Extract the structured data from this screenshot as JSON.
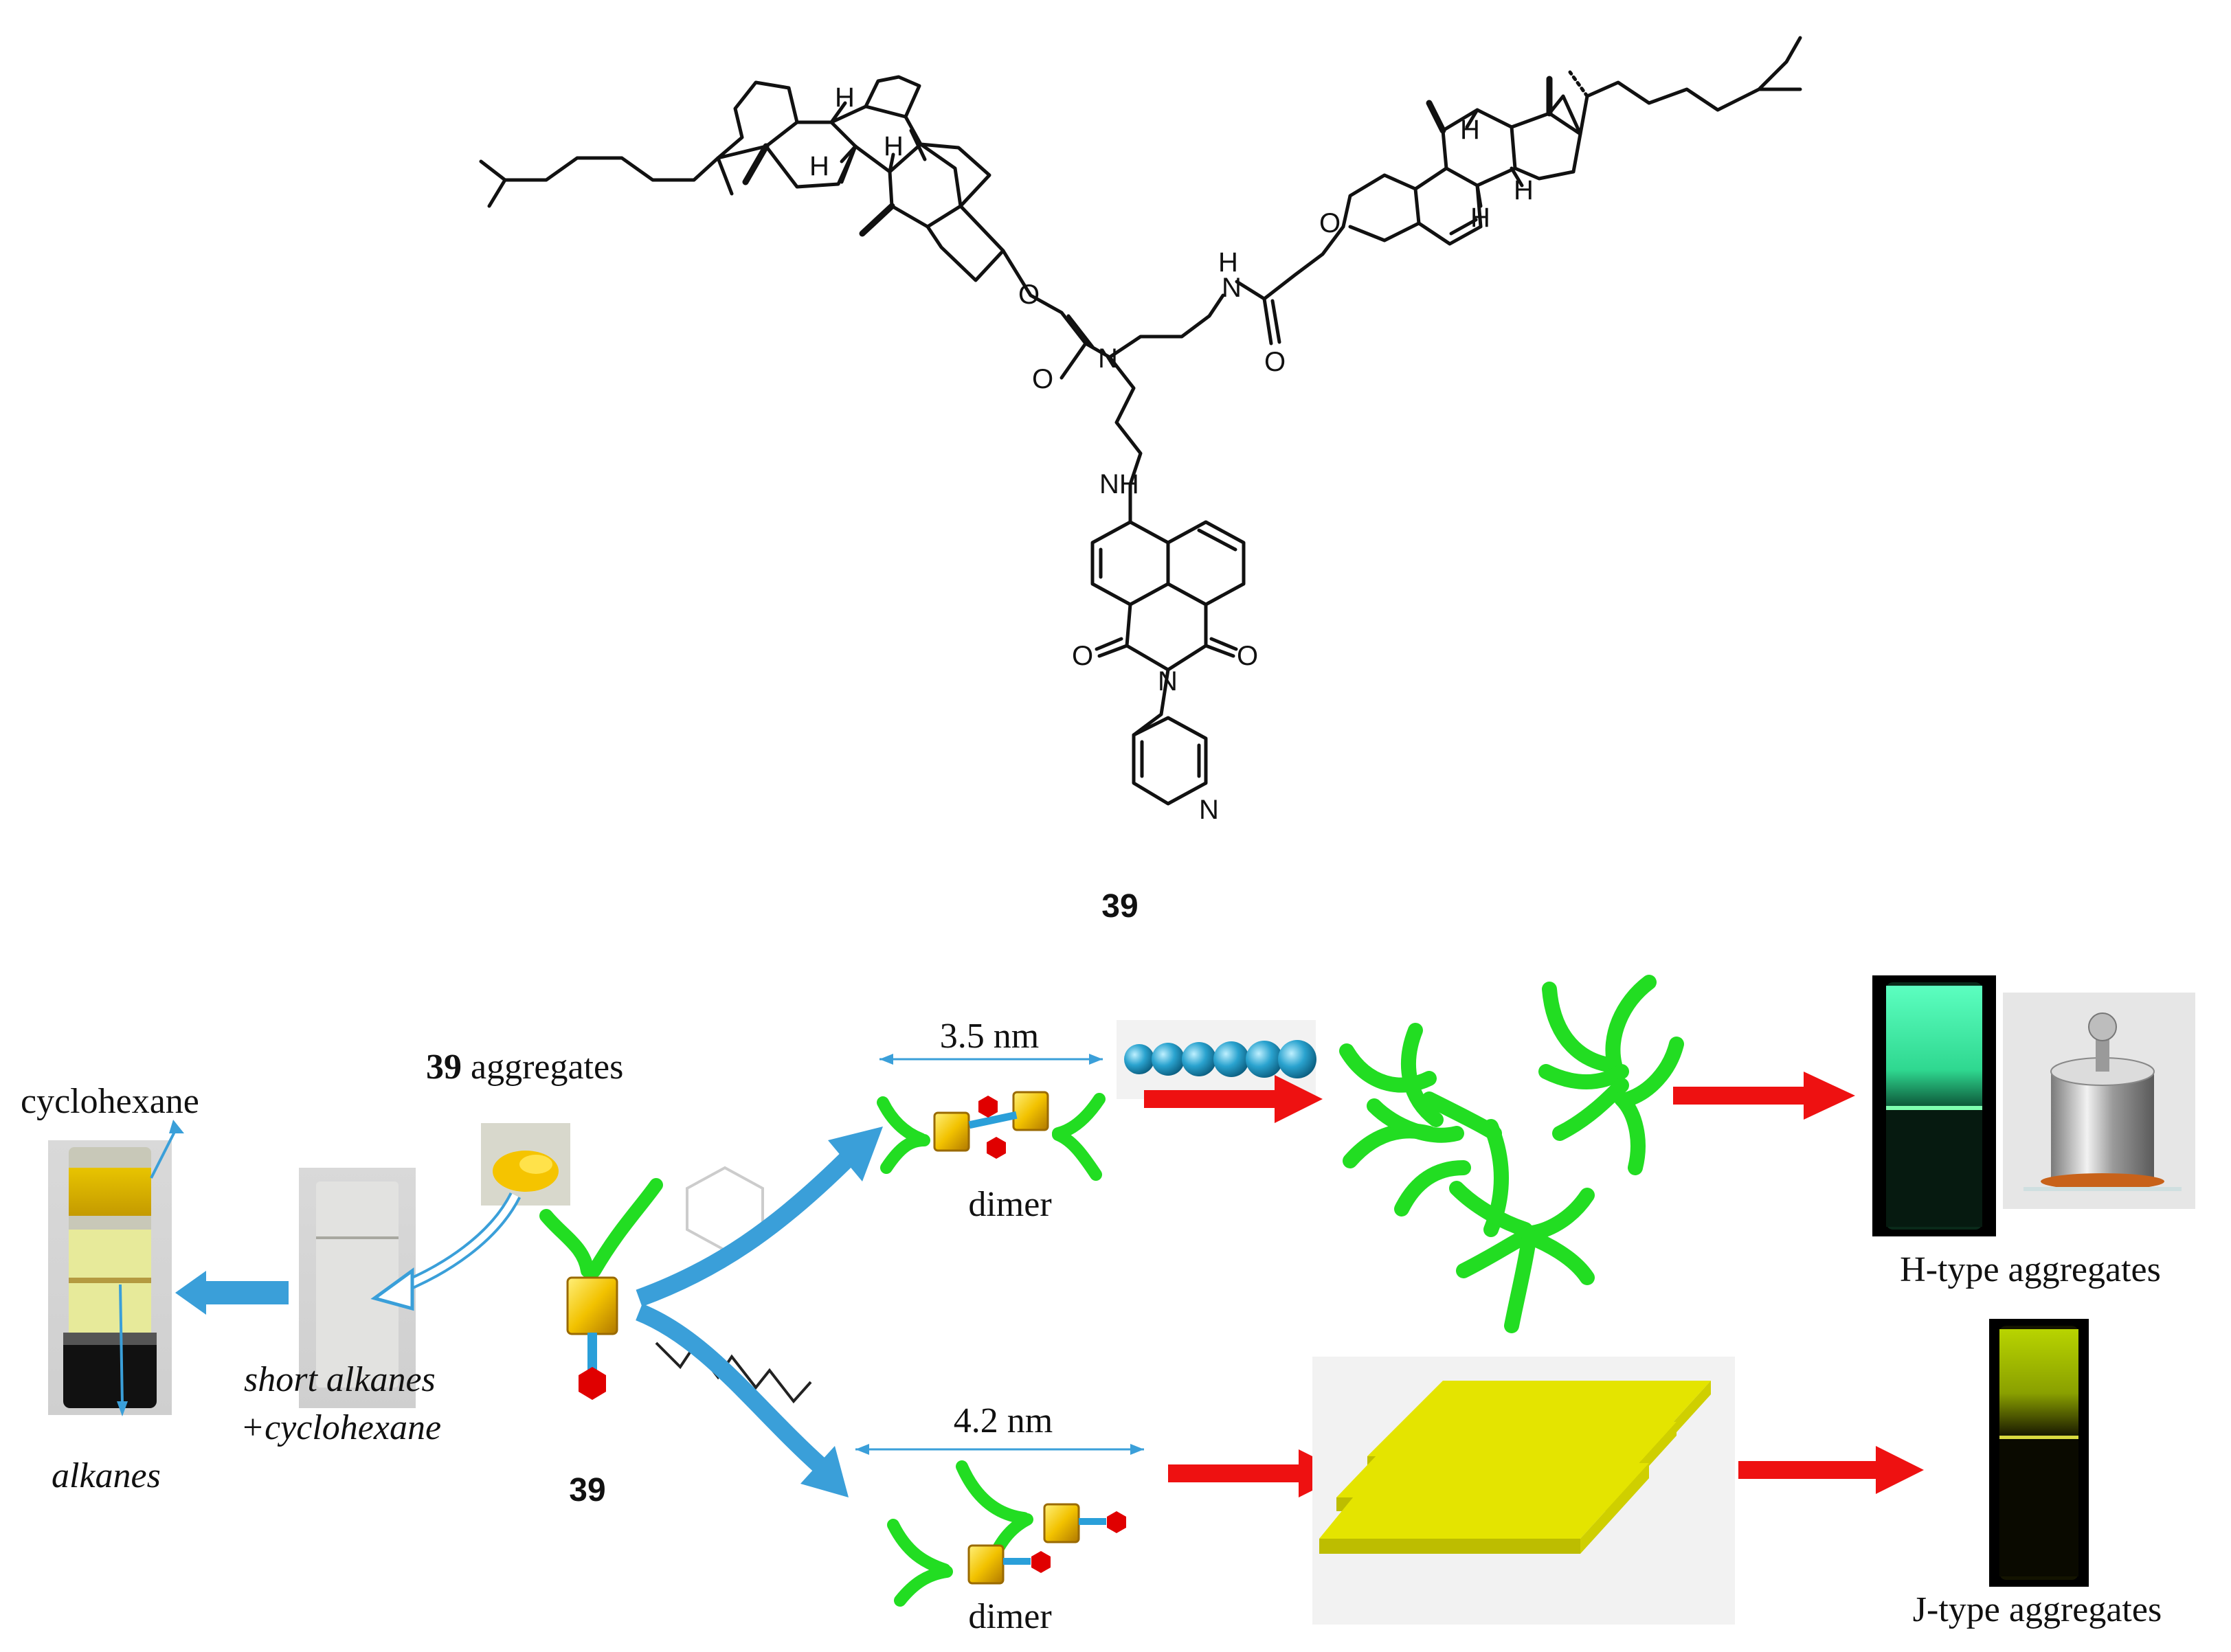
{
  "structure": {
    "compound_number": "39",
    "atom_labels": {
      "H": "H",
      "O": "O",
      "N": "N",
      "NH": "NH",
      "HN": "H\nN"
    }
  },
  "scheme": {
    "compound_number": "39",
    "aggregates_suffix": "aggregates",
    "solvent_top": "cyclohexane",
    "solvent_bottom": "alkanes",
    "mixture_line1": "short alkanes",
    "mixture_line2": "+cyclohexane",
    "top_path": {
      "distance": "3.5 nm",
      "dimer_label": "dimer",
      "result_label": "H-type aggregates"
    },
    "bottom_path": {
      "distance": "4.2 nm",
      "dimer_label": "dimer",
      "result_label": "J-type aggregates"
    }
  },
  "colors": {
    "bond": "#111111",
    "green": "#22dd22",
    "arrow_red": "#ee1111",
    "arrow_blue": "#3a9fd9",
    "sheet_yellow": "#e4e400",
    "cube_gold": "#f2c200",
    "hexagon_red": "#e00000",
    "bead_blue": "#2a9fc9"
  }
}
